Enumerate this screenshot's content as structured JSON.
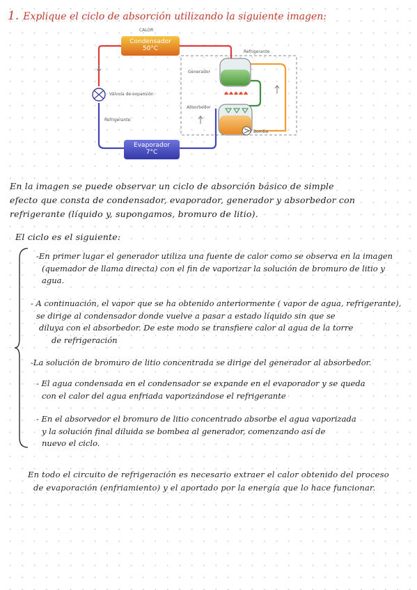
{
  "question": {
    "number": "1.",
    "text": "Explique el ciclo de absorción utilizando la siguiente imagen:"
  },
  "diagram": {
    "calor": "CALOR",
    "condensador": "Condensador",
    "condensador_temp": "50°C",
    "refrigerante_top": "Refrigerante",
    "generador": "Generador",
    "valvula": "Válvula de expansión",
    "absorbedor": "Absorbedor",
    "refrigerante_left": "Refrigerante",
    "bomba": "Bomba",
    "evaporador": "Evaporador",
    "evaporador_temp": "7°C",
    "colors": {
      "condensador": "#e8a21c",
      "evaporador": "#4a4fc4",
      "refrigerant_hot": "#e03c3c",
      "refrigerant_cold": "#4046b8",
      "generador_solution": "#6aa84f",
      "absorbedor_solution": "#f0a040",
      "pipe_orange": "#f39c33",
      "pipe_green": "#3e8e41",
      "flame": "#e84c2c"
    }
  },
  "answer": {
    "intro_lines": [
      "En la imagen se puede observar un ciclo de absorción básico de simple",
      "efecto que consta de condensador, evaporador, generador y absorbedor con",
      "refrigerante (líquido y, supongamos, bromuro de litio)."
    ],
    "cycle_heading": "El ciclo es el siguiente:",
    "items": [
      [
        "-En primer lugar el generador utiliza una fuente de calor como se observa en la imagen",
        "(quemador de llama directa) con el fin de vaporizar la solución de bromuro de litio y",
        "agua."
      ],
      [
        "- A continuación, el vapor que se ha obtenido anteriormente ( vapor de agua, refrigerante),",
        "se dirige al condensador donde vuelve a pasar a estado líquido sin que se",
        "diluya con el absorbedor. De este modo se transfiere calor al agua de la torre",
        "de refrigeración"
      ],
      [
        "-La solución de bromuro de litio concentrada se dirige del generador al absorbedor."
      ],
      [
        "- El agua condensada en el condensador se expande en el evaporador y se queda",
        "con el calor del agua enfriada vaporizándose el refrigerante"
      ],
      [
        "- En el absorvedor el bromuro de litio concentrado absorbe el agua vaporizada",
        "y la solución final diluida se bombea al generador, comenzando así de",
        "nuevo el ciclo."
      ]
    ],
    "conclusion_lines": [
      "En todo el circuito de refrigeración es necesario extraer el calor obtenido del proceso",
      "de evaporación (enfriamiento) y el aportado por la energía que lo hace funcionar."
    ]
  }
}
